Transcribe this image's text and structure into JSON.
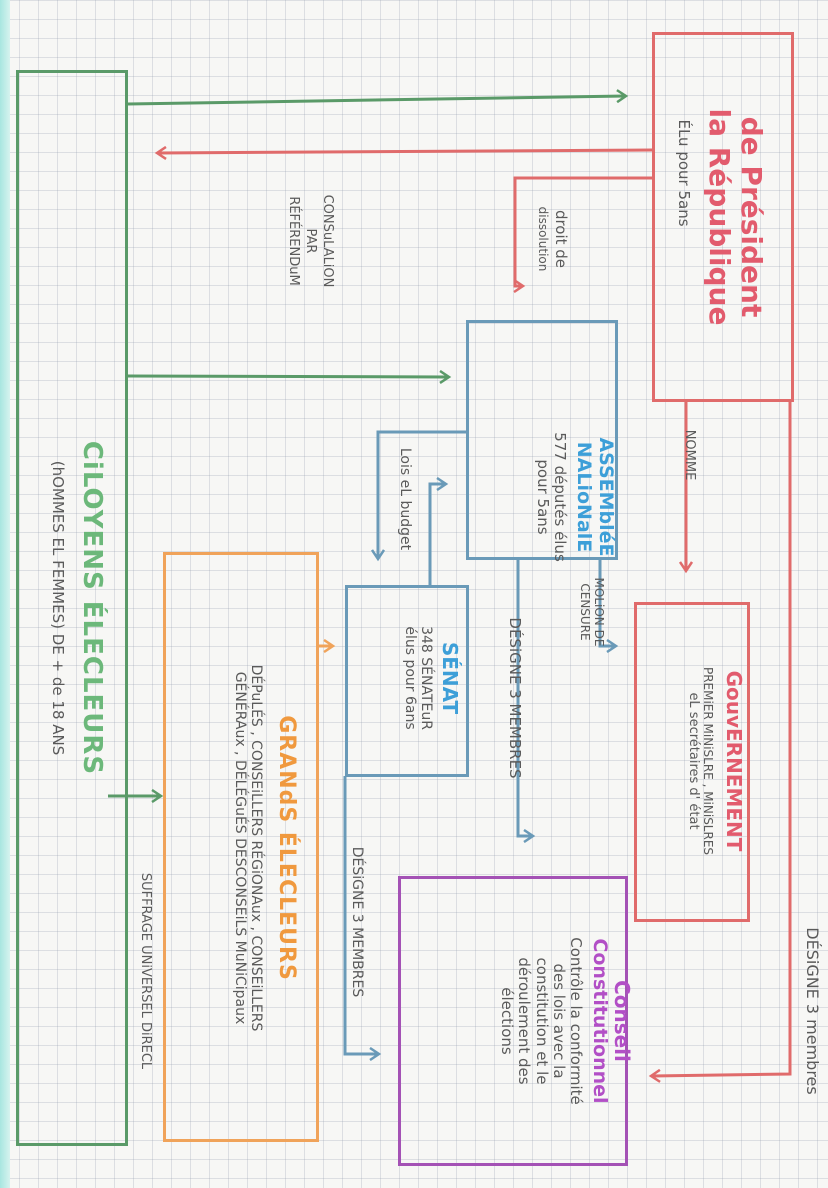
{
  "colors": {
    "citoyens": "#5a9a68",
    "president": "#e06b6b",
    "assemblee": "#6a9ab8",
    "senat": "#6a9ab8",
    "gouvernement": "#e06b6b",
    "conseil": "#a452b5",
    "grands": "#f0a35a",
    "title_red": "#e25b6d",
    "title_blue": "#3d9fd8",
    "title_orange": "#f0993e",
    "title_purple": "#b24fc6",
    "title_green": "#6cb87a",
    "ink": "#5a5a5a"
  },
  "citoyens": {
    "title": "CiLOYENS ÉLECLEURS",
    "subtitle": "(hOMMES EL FEMMES) DE + de 18 ANS"
  },
  "president": {
    "title_1": "de Président",
    "title_2": "la République",
    "subtitle": "ÉLu pour 5ans"
  },
  "assemblee": {
    "title_1": "ASSEMbléE",
    "title_2": "NALioNalE",
    "text_1": "577 députés élus",
    "text_2": "pour 5ans"
  },
  "senat": {
    "title": "SÉNAT",
    "text_1": "348 SÉNATEuR",
    "text_2": "élus pour 6ans"
  },
  "gouvernement": {
    "title": "GouvERNEMENT",
    "text_1": "PREMiER MiNiSLRE , MiNiSLRES",
    "text_2": "eL secrétaires d' état"
  },
  "conseil": {
    "title_1": "Conseil",
    "title_2": "Constitutionnel",
    "text_1": "Contrôle la conformité",
    "text_2": "des lois avec la",
    "text_3": "constitution et le",
    "text_4": "déroulement des",
    "text_5": "élections"
  },
  "grands": {
    "title": "GRANdS ÉLECLEURS",
    "text_1": "DÉPuLÉS , CONSEiLLERS RÉGiONAux , CONSEiLLERS",
    "text_2": "GÉNÉRAux , DÉLÉGuÉS DESCONSEiLS MuNiCipaux"
  },
  "labels": {
    "referendum_1": "CONSuLALiON",
    "referendum_2": "PAR",
    "referendum_3": "RÉFÉRENDuM",
    "droit_1": "droit de",
    "droit_2": "dissolution",
    "nomme": "NOMME",
    "motion_1": "MOLiON DE",
    "motion_2": "CENSURE",
    "lois_budget": "Lois eL budget",
    "designe_an": "DÉSiGNE 3 MEMBRES",
    "designe_senat": "DÉSiGNE 3 MEMBRES",
    "designe_pres": "DÉSiGNE 3 membres",
    "suffrage": "SUFFRAGE UNiVERSEL DiRECL"
  }
}
